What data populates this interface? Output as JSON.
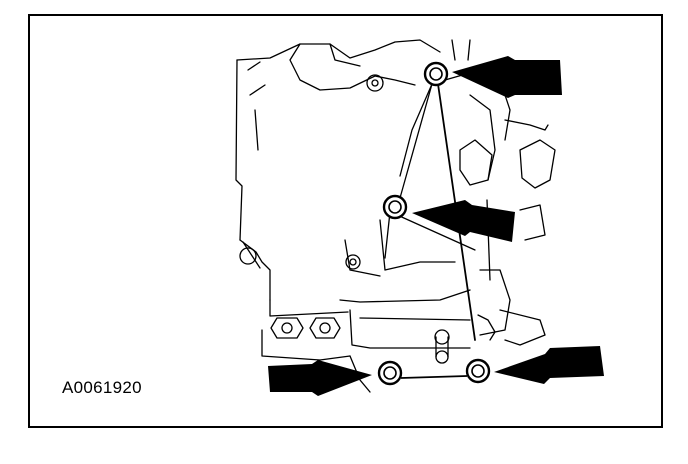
{
  "figure": {
    "reference_code": "A0061920",
    "colors": {
      "ink": "#000000",
      "paper": "#ffffff"
    },
    "callouts": [
      {
        "name": "arrow-upper-bolt",
        "points_to": "upper-bolt"
      },
      {
        "name": "arrow-middle-bolt",
        "points_to": "middle-bolt"
      },
      {
        "name": "arrow-lower-left-bolt",
        "points_to": "lower-left-bolt"
      },
      {
        "name": "arrow-lower-right-bolt",
        "points_to": "lower-right-bolt"
      }
    ]
  }
}
